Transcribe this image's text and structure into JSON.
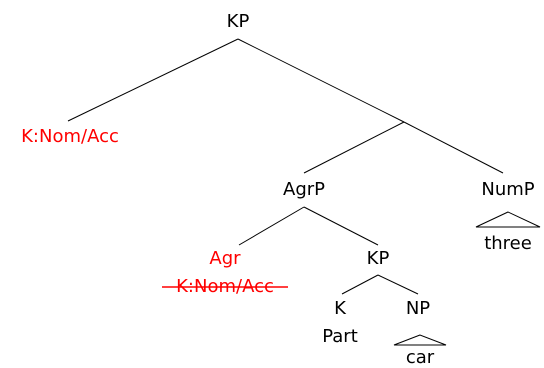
{
  "colors": {
    "black": "#000000",
    "red": "#ff0000"
  },
  "nodes": {
    "kp_root": "KP",
    "k_nom_acc": "K:Nom/Acc",
    "agrp": "AgrP",
    "nump": "NumP",
    "three": "three",
    "agr": "Agr",
    "agr_struck": "K:Nom/Acc",
    "kp_inner": "KP",
    "k": "K",
    "part": "Part",
    "np": "NP",
    "car": "car"
  }
}
